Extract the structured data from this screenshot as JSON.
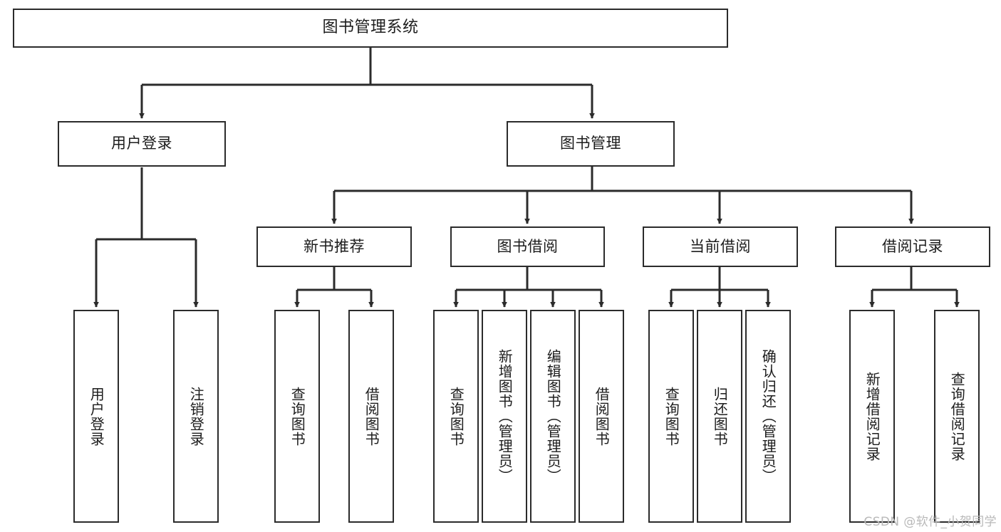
{
  "diagram": {
    "type": "tree",
    "title": "图书管理系统",
    "watermark": "CSDN @软件_小贺同学",
    "root": {
      "id": "root",
      "label": "图书管理系统"
    },
    "level1": [
      {
        "id": "user-login",
        "label": "用户登录"
      },
      {
        "id": "book-manage",
        "label": "图书管理"
      }
    ],
    "level2": [
      {
        "id": "new-book-recommend",
        "label": "新书推荐",
        "parent": "book-manage"
      },
      {
        "id": "book-borrow",
        "label": "图书借阅",
        "parent": "book-manage"
      },
      {
        "id": "current-borrow",
        "label": "当前借阅",
        "parent": "book-manage"
      },
      {
        "id": "borrow-record",
        "label": "借阅记录",
        "parent": "book-manage"
      }
    ],
    "leaves": {
      "user_login": [
        {
          "id": "leaf-user-login",
          "label": "用户登录"
        },
        {
          "id": "leaf-logout",
          "label": "注销登录"
        }
      ],
      "new_book_recommend": [
        {
          "id": "leaf-query-book-1",
          "label": "查询图书"
        },
        {
          "id": "leaf-borrow-book-1",
          "label": "借阅图书"
        }
      ],
      "book_borrow": [
        {
          "id": "leaf-query-book-2",
          "label": "查询图书"
        },
        {
          "id": "leaf-add-book",
          "label": "新增图书（管理员）"
        },
        {
          "id": "leaf-edit-book",
          "label": "编辑图书（管理员）"
        },
        {
          "id": "leaf-borrow-book-2",
          "label": "借阅图书"
        }
      ],
      "current_borrow": [
        {
          "id": "leaf-query-book-3",
          "label": "查询图书"
        },
        {
          "id": "leaf-return-book",
          "label": "归还图书"
        },
        {
          "id": "leaf-confirm-return",
          "label": "确认归还（管理员）"
        }
      ],
      "borrow_record": [
        {
          "id": "leaf-add-record",
          "label": "新增借阅记录"
        },
        {
          "id": "leaf-query-record",
          "label": "查询借阅记录"
        }
      ]
    },
    "colors": {
      "stroke": "#2b2b2b",
      "text": "#1c1c1c",
      "background": "#ffffff",
      "watermark": "#b9b9b9"
    }
  }
}
